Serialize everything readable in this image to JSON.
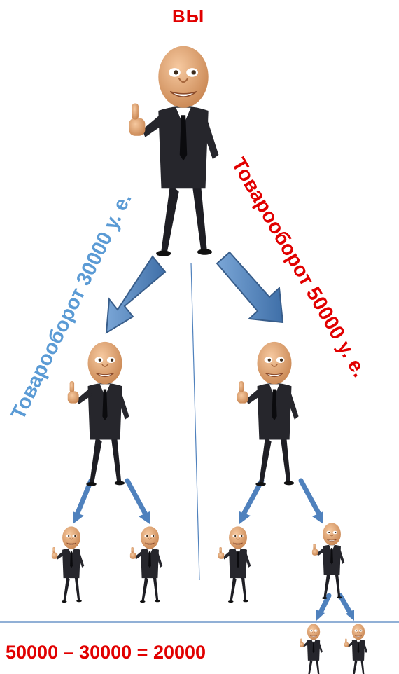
{
  "top_label": "ВЫ",
  "left_branch": {
    "label": "Товарооборот  30000 у. е.",
    "color": "#5b9bd5"
  },
  "right_branch": {
    "label": "Товарооборот  50000 у. е.",
    "color": "#e10000"
  },
  "formula": "50000 – 30000 = 20000",
  "colors": {
    "arrow": "#4f81bd",
    "arrow_dark": "#385d8a",
    "divider": "#4f81bd",
    "suit": "#1e1e24",
    "skin": "#e6a574"
  },
  "levels": {
    "you": 1,
    "level_1": 2,
    "level_2": 4,
    "level_3": 2
  }
}
